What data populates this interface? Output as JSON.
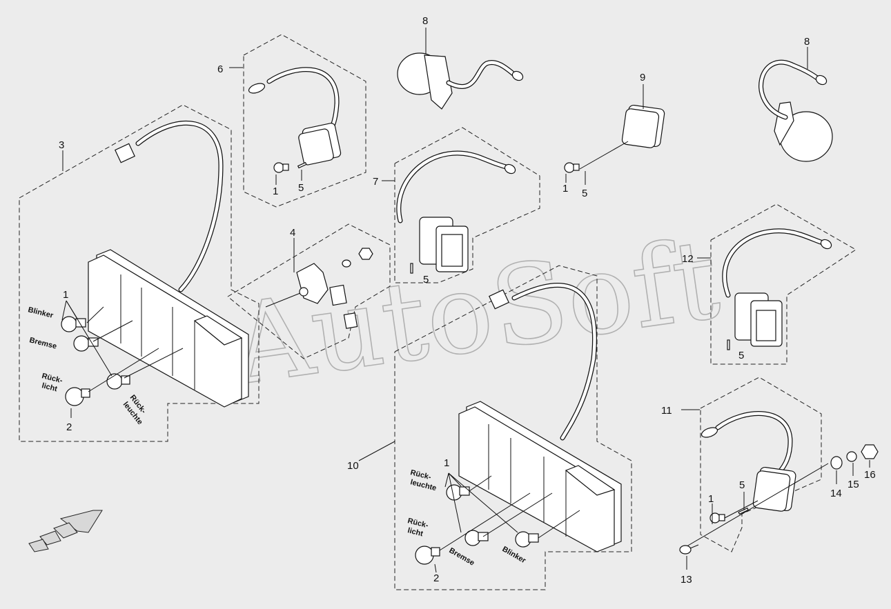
{
  "watermark": "AutoSoft",
  "callouts": {
    "c1": "1",
    "c2": "2",
    "c3": "3",
    "c4": "4",
    "c5": "5",
    "c6": "6",
    "c7": "7",
    "c8": "8",
    "c9": "9",
    "c10": "10",
    "c11": "11",
    "c12": "12",
    "c13": "13",
    "c14": "14",
    "c15": "15",
    "c16": "16"
  },
  "lamp_labels": {
    "blinker": "Blinker",
    "bremse": "Bremse",
    "rueck": "Rück-",
    "licht": "licht",
    "rueck2": "Rück-",
    "leuchte": "leuchte"
  }
}
